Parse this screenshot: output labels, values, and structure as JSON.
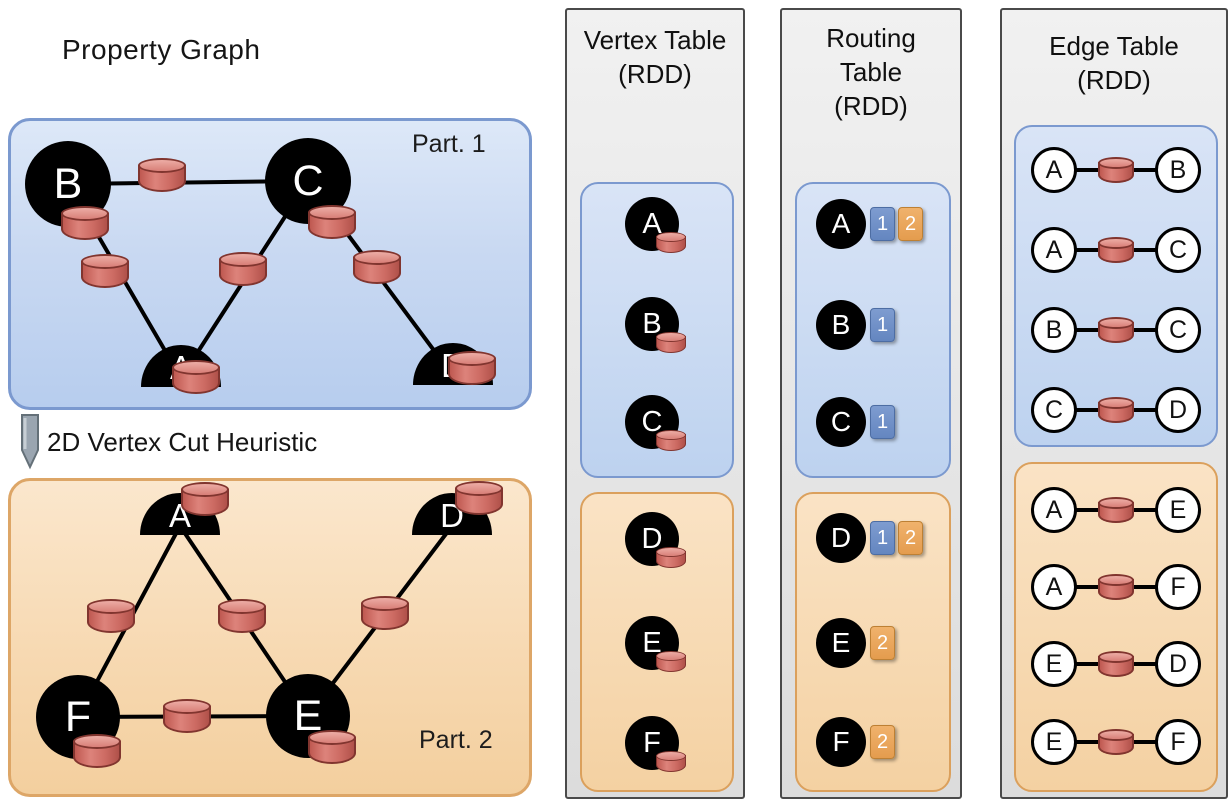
{
  "colors": {
    "partition1_fill": "#c9d9f2",
    "partition1_border": "#7b99cf",
    "partition2_fill": "#f7d9b2",
    "partition2_border": "#dda667",
    "cylinder_red": "#cc6a62",
    "badge_blue": "#6e8fc7",
    "badge_orange": "#eda960",
    "vertex_black": "#000000",
    "panel_gray": "#e6e6e6"
  },
  "property_graph": {
    "title": "Property Graph",
    "cut_heuristic_label": "2D Vertex Cut Heuristic",
    "part1": {
      "label": "Part. 1",
      "vertices": [
        "B",
        "C",
        "A",
        "D"
      ]
    },
    "part2": {
      "label": "Part. 2",
      "vertices": [
        "A",
        "D",
        "F",
        "E"
      ]
    }
  },
  "vertex_table": {
    "title": "Vertex Table",
    "subtitle": "(RDD)",
    "part1": [
      "A",
      "B",
      "C"
    ],
    "part2": [
      "D",
      "E",
      "F"
    ]
  },
  "routing_table": {
    "title": "Routing Table",
    "subtitle": "(RDD)",
    "part1": [
      {
        "vertex": "A",
        "badges": [
          "1",
          "2"
        ]
      },
      {
        "vertex": "B",
        "badges": [
          "1"
        ]
      },
      {
        "vertex": "C",
        "badges": [
          "1"
        ]
      }
    ],
    "part2": [
      {
        "vertex": "D",
        "badges": [
          "1",
          "2"
        ]
      },
      {
        "vertex": "E",
        "badges": [
          "2"
        ]
      },
      {
        "vertex": "F",
        "badges": [
          "2"
        ]
      }
    ]
  },
  "edge_table": {
    "title": "Edge Table",
    "subtitle": "(RDD)",
    "part1": [
      [
        "A",
        "B"
      ],
      [
        "A",
        "C"
      ],
      [
        "B",
        "C"
      ],
      [
        "C",
        "D"
      ]
    ],
    "part2": [
      [
        "A",
        "E"
      ],
      [
        "A",
        "F"
      ],
      [
        "E",
        "D"
      ],
      [
        "E",
        "F"
      ]
    ]
  }
}
